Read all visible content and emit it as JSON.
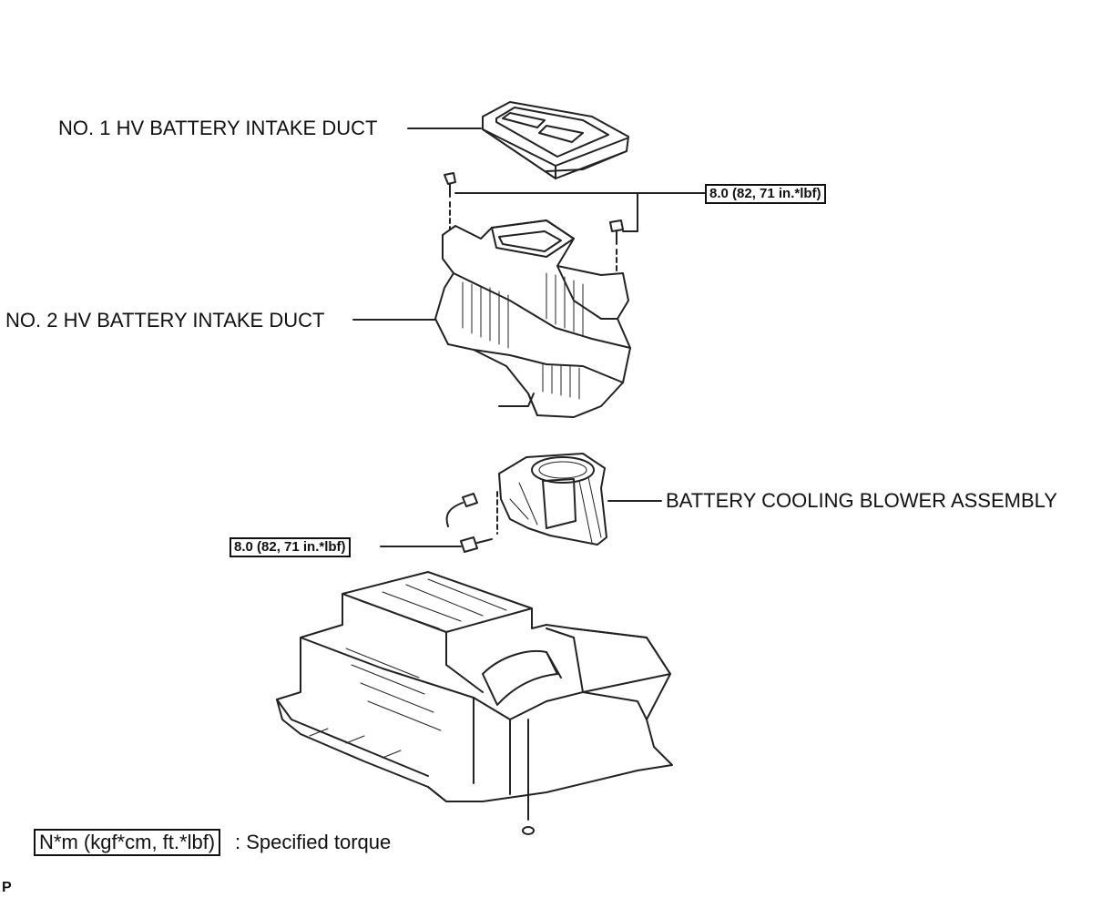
{
  "labels": {
    "duct1": "NO. 1 HV BATTERY INTAKE DUCT",
    "duct2": "NO. 2 HV BATTERY INTAKE DUCT",
    "blower": "BATTERY COOLING BLOWER ASSEMBLY"
  },
  "torque": {
    "upper": "8.0 (82, 71 in.*lbf)",
    "lower": "8.0 (82, 71 in.*lbf)"
  },
  "legend": {
    "units": "N*m (kgf*cm, ft.*lbf)",
    "description": ": Specified torque"
  },
  "corner_mark": "P"
}
